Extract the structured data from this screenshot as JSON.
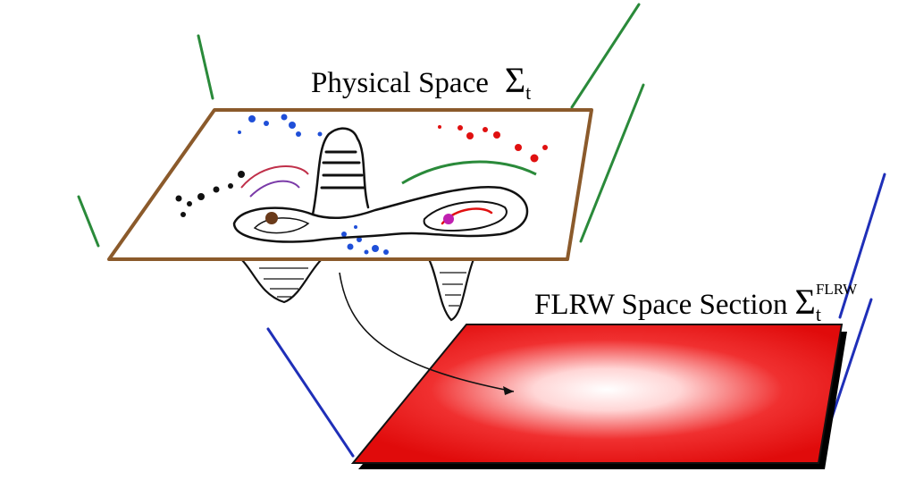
{
  "physical_space": {
    "label": "Physical Space",
    "symbol": "Σ",
    "subscript": "t"
  },
  "flrw_space": {
    "label": "FLRW Space Section",
    "symbol": "Σ",
    "subscript": "t",
    "superscript": "FLRW"
  },
  "colors": {
    "physical_border": "#8b5a2b",
    "flrw_fill": "#e01010",
    "flrw_highlight": "#ffffff",
    "upper_frame": "#2a8a3a",
    "lower_frame": "#1f2fb8",
    "blue_dots": "#1f4fd8",
    "red_dots": "#e01010",
    "black_dots": "#111111"
  }
}
